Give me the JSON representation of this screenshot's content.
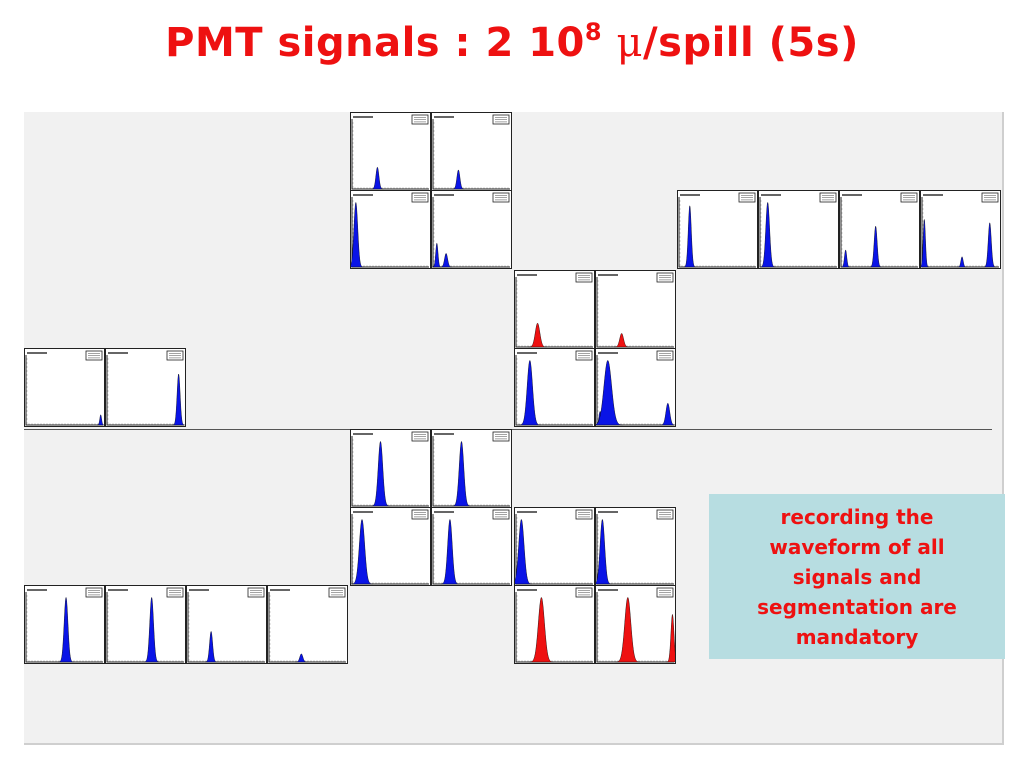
{
  "slide": {
    "title_main": "PMT signals : 2 10",
    "title_exp": "8",
    "title_mu": "μ",
    "title_tail": "/spill (5s)",
    "note": "recording the waveform of all signals and segmentation are mandatory"
  },
  "colors": {
    "title": "#ee1111",
    "note_bg": "#b7dde1",
    "blue_hist": "#0a14e6",
    "red_hist": "#ee1111",
    "canvas_bg": "#f1f1f1"
  },
  "histograms": [
    {
      "id": "h1",
      "color": "blue",
      "peaks": [
        {
          "p": 0.33,
          "h": 0.32,
          "w": 0.02
        }
      ]
    },
    {
      "id": "h2",
      "color": "blue",
      "peaks": [
        {
          "p": 0.33,
          "h": 0.28,
          "w": 0.02
        }
      ]
    },
    {
      "id": "h3",
      "color": "blue",
      "peaks": [
        {
          "p": 0.05,
          "h": 0.95,
          "w": 0.025
        }
      ]
    },
    {
      "id": "h4",
      "color": "blue",
      "peaks": [
        {
          "p": 0.05,
          "h": 0.35,
          "w": 0.015
        },
        {
          "p": 0.17,
          "h": 0.2,
          "w": 0.02
        }
      ]
    },
    {
      "id": "h5",
      "color": "blue",
      "peaks": [
        {
          "p": 0.14,
          "h": 0.9,
          "w": 0.02
        }
      ]
    },
    {
      "id": "h6",
      "color": "blue",
      "peaks": [
        {
          "p": 0.1,
          "h": 0.95,
          "w": 0.025
        }
      ]
    },
    {
      "id": "h7",
      "color": "blue",
      "peaks": [
        {
          "p": 0.06,
          "h": 0.25,
          "w": 0.015
        },
        {
          "p": 0.45,
          "h": 0.6,
          "w": 0.02
        }
      ]
    },
    {
      "id": "h8",
      "color": "blue",
      "peaks": [
        {
          "p": 0.03,
          "h": 0.7,
          "w": 0.015
        },
        {
          "p": 0.52,
          "h": 0.15,
          "w": 0.015
        },
        {
          "p": 0.88,
          "h": 0.65,
          "w": 0.02
        }
      ]
    },
    {
      "id": "h9",
      "color": "red",
      "peaks": [
        {
          "p": 0.28,
          "h": 0.35,
          "w": 0.03
        }
      ]
    },
    {
      "id": "h10",
      "color": "red",
      "peaks": [
        {
          "p": 0.32,
          "h": 0.2,
          "w": 0.025
        }
      ]
    },
    {
      "id": "h11",
      "color": "blue",
      "peaks": [
        {
          "p": 0.18,
          "h": 0.95,
          "w": 0.035
        }
      ]
    },
    {
      "id": "h12",
      "color": "blue",
      "peaks": [
        {
          "p": 0.04,
          "h": 0.2,
          "w": 0.015
        },
        {
          "p": 0.14,
          "h": 0.95,
          "w": 0.05
        },
        {
          "p": 0.92,
          "h": 0.32,
          "w": 0.025
        }
      ]
    },
    {
      "id": "h13",
      "color": "blue",
      "peaks": [
        {
          "p": 0.97,
          "h": 0.15,
          "w": 0.012
        }
      ]
    },
    {
      "id": "h14",
      "color": "blue",
      "peaks": [
        {
          "p": 0.93,
          "h": 0.75,
          "w": 0.02
        }
      ]
    },
    {
      "id": "h15",
      "color": "blue",
      "peaks": [
        {
          "p": 0.37,
          "h": 0.95,
          "w": 0.03
        }
      ]
    },
    {
      "id": "h16",
      "color": "blue",
      "peaks": [
        {
          "p": 0.37,
          "h": 0.95,
          "w": 0.03
        }
      ]
    },
    {
      "id": "h17",
      "color": "blue",
      "peaks": [
        {
          "p": 0.13,
          "h": 0.95,
          "w": 0.035
        }
      ]
    },
    {
      "id": "h18",
      "color": "blue",
      "peaks": [
        {
          "p": 0.22,
          "h": 0.95,
          "w": 0.03
        }
      ]
    },
    {
      "id": "h19",
      "color": "blue",
      "peaks": [
        {
          "p": 0.07,
          "h": 0.95,
          "w": 0.035
        }
      ]
    },
    {
      "id": "h20",
      "color": "blue",
      "peaks": [
        {
          "p": 0.07,
          "h": 0.95,
          "w": 0.03
        }
      ]
    },
    {
      "id": "h21",
      "color": "blue",
      "peaks": [
        {
          "p": 0.52,
          "h": 0.95,
          "w": 0.025
        }
      ]
    },
    {
      "id": "h22",
      "color": "blue",
      "peaks": [
        {
          "p": 0.58,
          "h": 0.95,
          "w": 0.025
        }
      ]
    },
    {
      "id": "h23",
      "color": "blue",
      "peaks": [
        {
          "p": 0.3,
          "h": 0.45,
          "w": 0.02
        }
      ]
    },
    {
      "id": "h24",
      "color": "blue",
      "peaks": [
        {
          "p": 0.42,
          "h": 0.12,
          "w": 0.02
        }
      ]
    },
    {
      "id": "h25",
      "color": "red",
      "peaks": [
        {
          "p": 0.33,
          "h": 0.95,
          "w": 0.04
        }
      ]
    },
    {
      "id": "h26",
      "color": "red",
      "peaks": [
        {
          "p": 0.4,
          "h": 0.95,
          "w": 0.04
        },
        {
          "p": 0.98,
          "h": 0.7,
          "w": 0.02
        }
      ]
    }
  ]
}
